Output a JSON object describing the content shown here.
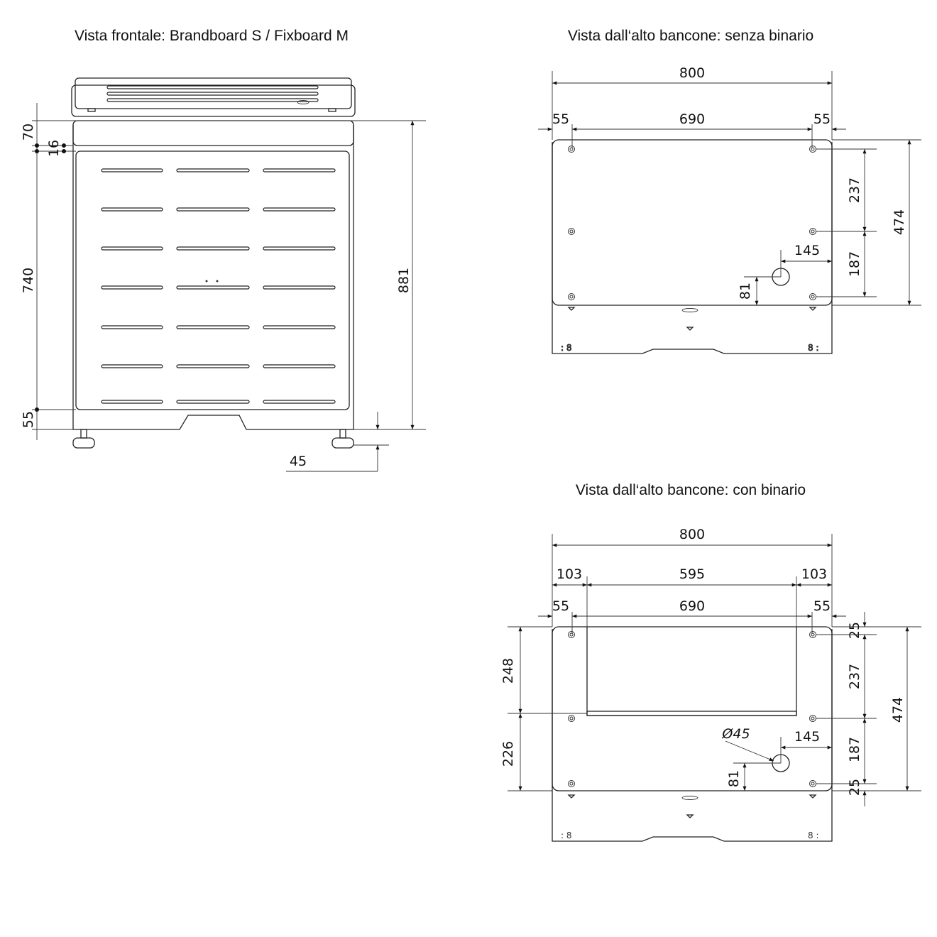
{
  "views": {
    "front": {
      "title": "Vista frontale: Brandboard S / Fixboard M",
      "dims": {
        "top_panel": "70",
        "gap": "16",
        "panel_height": "740",
        "base": "55",
        "total_height": "881",
        "foot": "45"
      }
    },
    "top_no_rail": {
      "title": "Vista dall‘alto bancone: senza binario",
      "dims": {
        "width": "800",
        "left_offset": "55",
        "hole_span": "690",
        "right_offset": "55",
        "upper_hole_spacing": "237",
        "lower_hole_spacing": "187",
        "depth": "474",
        "outlet_x": "145",
        "outlet_y": "81"
      }
    },
    "top_with_rail": {
      "title": "Vista dall‘alto bancone: con binario",
      "dims": {
        "width": "800",
        "rail_left": "103",
        "rail_width": "595",
        "rail_right": "103",
        "left_offset": "55",
        "hole_span": "690",
        "right_offset": "55",
        "top_margin": "25",
        "upper_hole_spacing": "237",
        "lower_hole_spacing": "187",
        "bottom_margin": "25",
        "depth": "474",
        "rail_depth": "248",
        "front_depth": "226",
        "outlet_diameter": "Ø45",
        "outlet_x": "145",
        "outlet_y": "81"
      }
    }
  },
  "colors": {
    "line": "#222222",
    "background": "#ffffff"
  }
}
